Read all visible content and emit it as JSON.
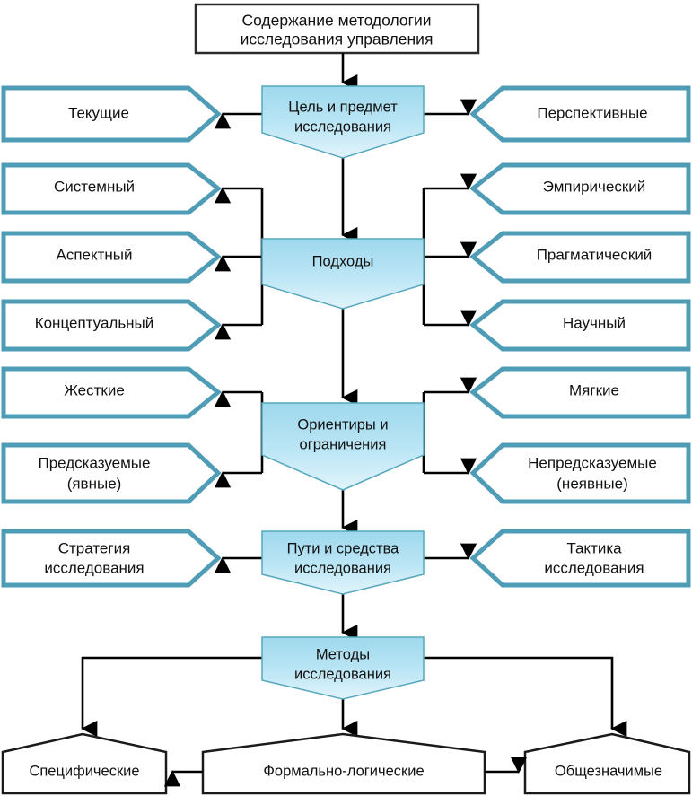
{
  "diagram": {
    "title_box": {
      "lines": [
        "Содержание методологии",
        "исследования управления"
      ]
    },
    "levels": [
      {
        "id": "goal",
        "center": {
          "lines": [
            "Цель и предмет",
            "исследования"
          ]
        },
        "left": [
          {
            "lines": [
              "Текущие"
            ]
          }
        ],
        "right": [
          {
            "lines": [
              "Перспективные"
            ]
          }
        ]
      },
      {
        "id": "approaches",
        "center": {
          "lines": [
            "Подходы"
          ]
        },
        "left": [
          {
            "lines": [
              "Системный"
            ]
          },
          {
            "lines": [
              "Аспектный"
            ]
          },
          {
            "lines": [
              "Концептуальный"
            ]
          }
        ],
        "right": [
          {
            "lines": [
              "Эмпирический"
            ]
          },
          {
            "lines": [
              "Прагматический"
            ]
          },
          {
            "lines": [
              "Научный"
            ]
          }
        ]
      },
      {
        "id": "guidelines",
        "center": {
          "lines": [
            "Ориентиры и",
            "ограничения"
          ]
        },
        "left": [
          {
            "lines": [
              "Жесткие"
            ]
          },
          {
            "lines": [
              "Предсказуемые",
              "(явные)"
            ]
          }
        ],
        "right": [
          {
            "lines": [
              "Мягкие"
            ]
          },
          {
            "lines": [
              "Непредсказуемые",
              "(неявные)"
            ]
          }
        ]
      },
      {
        "id": "ways",
        "center": {
          "lines": [
            "Пути и средства",
            "исследования"
          ]
        },
        "left": [
          {
            "lines": [
              "Стратегия",
              "исследования"
            ]
          }
        ],
        "right": [
          {
            "lines": [
              "Тактика",
              "исследования"
            ]
          }
        ]
      },
      {
        "id": "methods",
        "center": {
          "lines": [
            "Методы",
            "исследования"
          ]
        },
        "left": [],
        "right": []
      }
    ],
    "bottom_row": [
      {
        "lines": [
          "Специфические"
        ]
      },
      {
        "lines": [
          "Формально-логические"
        ]
      },
      {
        "lines": [
          "Общезначимые"
        ]
      }
    ],
    "colors": {
      "accent_border": "#4e9cb6",
      "core_fill_top": "#a9ddf0",
      "core_fill_bottom": "#d9f1fa",
      "core_border": "#56a7bd",
      "connector": "#000000",
      "outline_black": "#1a1a1a",
      "background": "#ffffff",
      "text": "#111111"
    }
  }
}
